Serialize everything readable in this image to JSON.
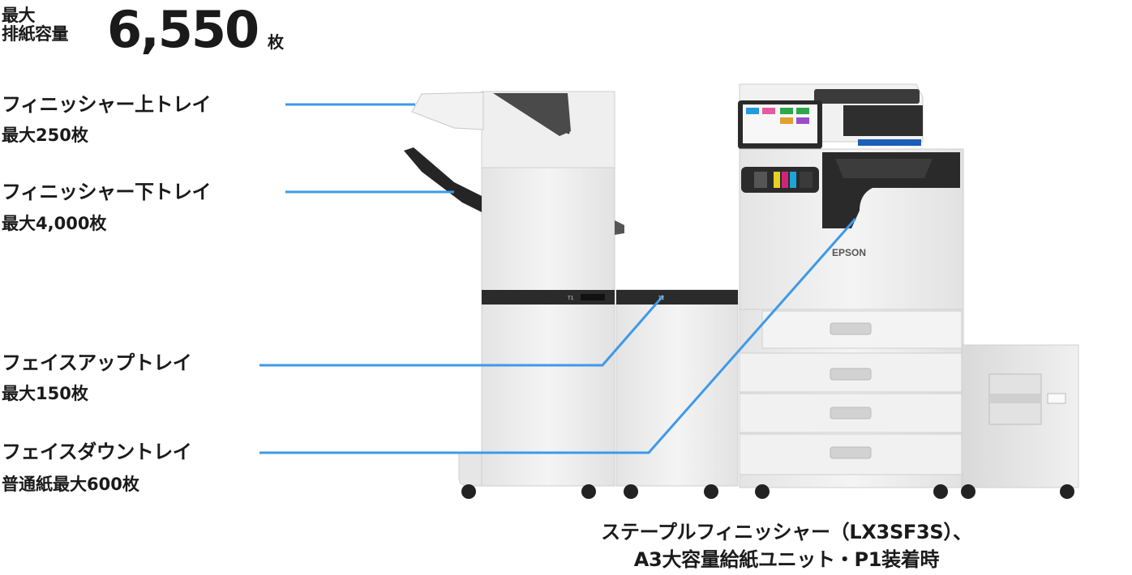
{
  "header": {
    "label_line1": "最大",
    "label_line2": "排紙容量",
    "value": "6,550",
    "unit": "枚"
  },
  "trays": [
    {
      "name": "フィニッシャー上トレイ",
      "capacity": "最大250枚"
    },
    {
      "name": "フィニッシャー下トレイ",
      "capacity": "最大4,000枚"
    },
    {
      "name": "フェイスアップトレイ",
      "capacity": "最大150枚"
    },
    {
      "name": "フェイスダウントレイ",
      "capacity": "普通紙最大600枚"
    }
  ],
  "printer": {
    "brand": "EPSON",
    "tray_labels": [
      "T1",
      "T1"
    ]
  },
  "caption": {
    "line1": "ステープルフィニッシャー（LX3SF3S）、",
    "line2": "A3大容量給紙ユニット・P1装着時"
  },
  "colors": {
    "callout_line": "#3d9ae8",
    "machine_body": "#ededed",
    "machine_dark": "#2b2b2b",
    "text": "#1a1a1a"
  }
}
